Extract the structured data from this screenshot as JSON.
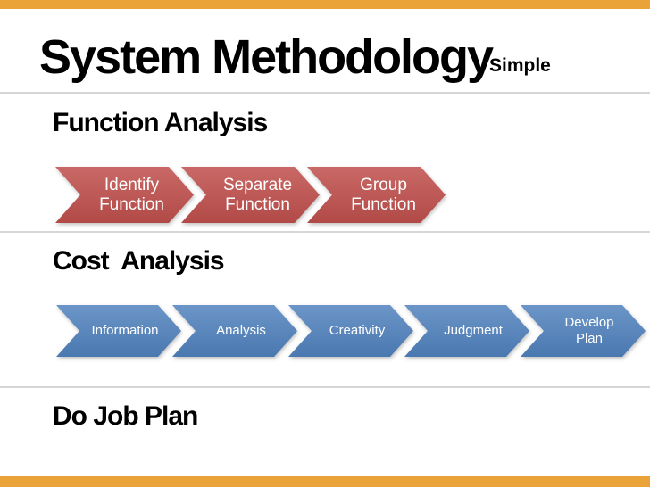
{
  "title": {
    "text": "System Methodology",
    "tag": "Simple"
  },
  "function_analysis": {
    "heading": "Function Analysis",
    "steps": [
      "Identify\nFunction",
      "Separate\nFunction",
      "Group\nFunction"
    ]
  },
  "cost_analysis": {
    "heading": "Cost  Analysis",
    "steps": [
      "Information",
      "Analysis",
      "Creativity",
      "Judgment",
      "Develop\nPlan"
    ]
  },
  "do_job_plan": {
    "heading": "Do Job Plan"
  },
  "colors": {
    "accent_bar": "#EAA339",
    "red_arrow": "#C0504D",
    "blue_arrow": "#4F81BD",
    "divider": "#D6D6D6",
    "arrow_text": "#FFFFFF",
    "heading_text": "#000000"
  }
}
